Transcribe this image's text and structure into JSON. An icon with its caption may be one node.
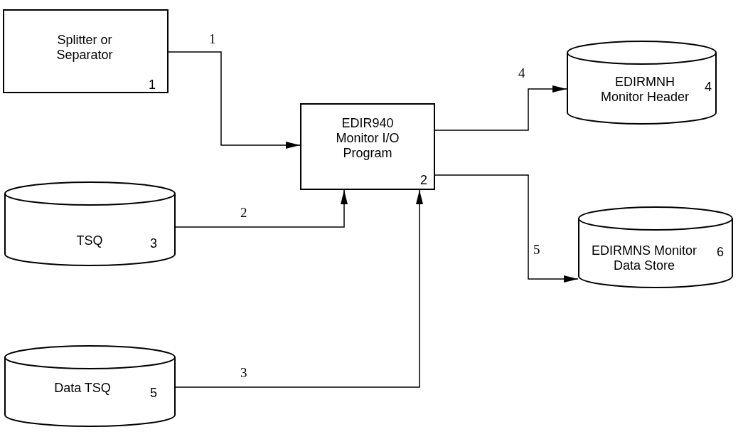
{
  "diagram": {
    "nodes": [
      {
        "text": [
          "Splitter or Separator",
          "1"
        ]
      },
      {
        "text": [
          "EDIR940 Monitor I/O Program",
          "2"
        ]
      },
      {
        "text": [
          "EDIRMNH Monitor Header",
          "4"
        ]
      },
      {
        "text": [
          "TSQ",
          "3"
        ]
      },
      {
        "text": [
          "EDIRMNS Monitor Data Store",
          "6"
        ]
      },
      {
        "text": [
          "Data TSQ",
          "5"
        ]
      }
    ],
    "edges": [
      {
        "from": 0,
        "to": 1,
        "arrow": "to",
        "label": "1"
      },
      {
        "from": 3,
        "to": 1,
        "arrow": "to",
        "label": "2"
      },
      {
        "from": 5,
        "to": 1,
        "arrow": "to",
        "label": "3"
      },
      {
        "from": 1,
        "to": 2,
        "arrow": "to",
        "label": "4"
      },
      {
        "from": 1,
        "to": 4,
        "arrow": "to",
        "label": "5"
      }
    ]
  }
}
